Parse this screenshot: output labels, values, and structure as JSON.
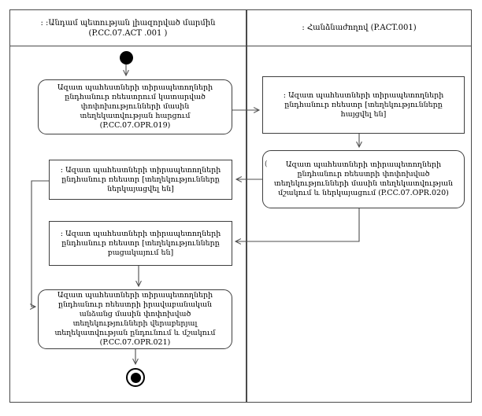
{
  "colors": {
    "line": "#4d4d4d",
    "border": "#3f3f3f",
    "background": "#ffffff",
    "text": "#000000"
  },
  "lanes": [
    {
      "title": ": :Անդամ պետության լիազորված մարմին",
      "subtitle": "(P.CC.07.ACT .001 )"
    },
    {
      "title": ": Հանձնաժողով (P.ACT.001)",
      "subtitle": ""
    }
  ],
  "nodes": {
    "request_info": {
      "type": "action",
      "label": "Ազատ պահեստների տիրապետողների ընդհանուր ռեեստրում կատարված փոփոխությունների մասին տեղեկատվության հարցում (P.CC.07.OPR.019)"
    },
    "registry_requested": {
      "type": "object-state",
      "label": ": Ազատ պահեստների տիրապետողների ընդհանուր ռեեստր [տեղեկությունները հայցվել են]"
    },
    "process_and_present": {
      "type": "action",
      "label": "Ազատ պահեստների տիրապետողների ընդհանուր ռեեստրի փոփոխված տեղեկությունների մասին տեղեկատվության մշակում և ներկայացում (P.CC.07.OPR.020)"
    },
    "registry_presented": {
      "type": "object-state",
      "label": ": Ազատ պահեստների տիրապետողների ընդհանուր ռեեստր [տեղեկությունները ներկայացվել են]"
    },
    "registry_absent": {
      "type": "object-state",
      "label": ": Ազատ պահեստների տիրապետողների ընդհանուր ռեեստր [տեղեկությունները բացակայում են]"
    },
    "receive_and_process": {
      "type": "action",
      "label": "Ազատ պահեստների տիրապետողների ընդհանուր ռեեստրի իրավաբանական անձանց մասին փոփոխված տեղեկությունների վերաբերյալ տեղեկատվության ընդունում և մշակում (P.CC.07.OPR.021)"
    }
  },
  "artifact": "("
}
